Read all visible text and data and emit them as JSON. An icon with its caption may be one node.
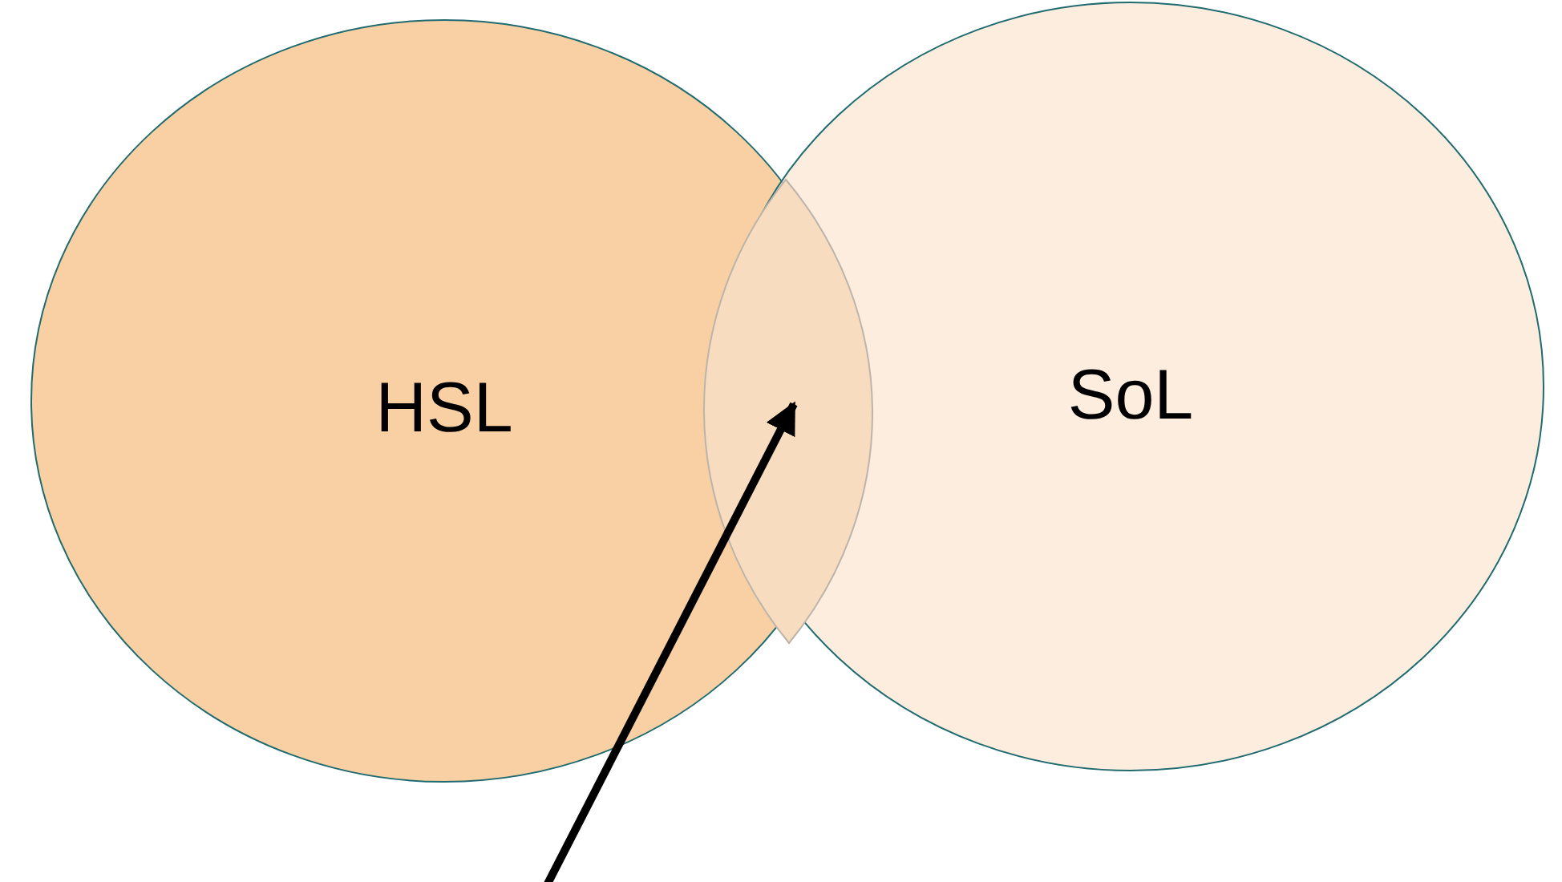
{
  "diagram": {
    "nodes": [
      {
        "text": [
          "HSL"
        ]
      },
      {
        "text": [
          "SoL"
        ]
      },
      {
        "text": [],
        "shape": "lens"
      }
    ],
    "edges": [
      {
        "from": null,
        "to": 2,
        "arrow": "to"
      }
    ]
  }
}
